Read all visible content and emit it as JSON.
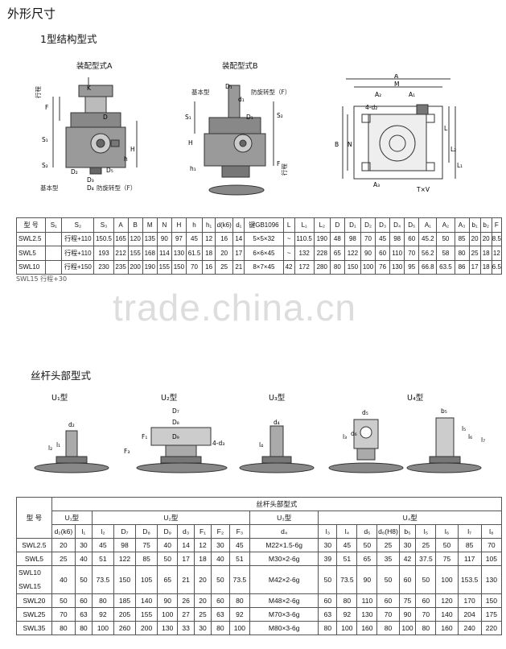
{
  "titles": {
    "main": "外形尺寸",
    "type1": "1型结构型式",
    "screw": "丝杆头部型式"
  },
  "captions": {
    "asmA": "装配型式A",
    "asmB": "装配型式B",
    "u1": "U₁型",
    "u2": "U₂型",
    "u3": "U₃型",
    "u4": "U₄型"
  },
  "labels": {
    "base": "基本型",
    "antirot": "防旋转型（F）",
    "antirotB": "防旋转型（F）",
    "stroke": "行程"
  },
  "table1": {
    "header": [
      "型 号",
      "S₁",
      "S₂",
      "S₃",
      "A",
      "B",
      "M",
      "N",
      "H",
      "h",
      "h₁",
      "d(k6)",
      "d₁",
      "键GB1096",
      "L",
      "L₁",
      "L₂",
      "D",
      "D₁",
      "D₂",
      "D₃",
      "D₄",
      "D₅",
      "A₁",
      "A₂",
      "A₃",
      "b₁",
      "b₂",
      "F"
    ],
    "rows": [
      [
        "SWL2.5",
        "",
        "行程+110",
        "150.5",
        "165",
        "120",
        "135",
        "90",
        "97",
        "45",
        "12",
        "16",
        "14",
        "5×5×32",
        "~",
        "110.5",
        "190",
        "48",
        "98",
        "70",
        "45",
        "98",
        "60",
        "45.2",
        "50",
        "85",
        "20",
        "20",
        "8.5"
      ],
      [
        "SWL5",
        "",
        "行程+110",
        "193",
        "212",
        "155",
        "168",
        "114",
        "130",
        "61.5",
        "18",
        "20",
        "17",
        "6×6×45",
        "~",
        "132",
        "228",
        "65",
        "122",
        "90",
        "60",
        "110",
        "70",
        "56.2",
        "58",
        "80",
        "25",
        "18",
        "12"
      ],
      [
        "SWL10",
        "",
        "行程+150",
        "230",
        "235",
        "200",
        "190",
        "155",
        "150",
        "70",
        "16",
        "25",
        "21",
        "8×7×45",
        "42",
        "172",
        "280",
        "80",
        "150",
        "100",
        "76",
        "130",
        "95",
        "66.8",
        "63.5",
        "86",
        "17",
        "18",
        "6.5"
      ]
    ],
    "cutoff": "SWL15  行程+30"
  },
  "watermark": "trade.china.cn",
  "table2": {
    "group": "丝杆头部型式",
    "model": "型 号",
    "groups": [
      "U₁型",
      "U₂型",
      "U₃型",
      "U₄型"
    ],
    "sub": [
      "d₂(k6)",
      "l₁",
      "l₂",
      "D₇",
      "D₈",
      "D₉",
      "d₃",
      "F₁",
      "F₂",
      "F₃",
      "d₄",
      "l₃",
      "l₄",
      "d₅",
      "d₆(H8)",
      "b₅",
      "l₅",
      "l₆",
      "l₇",
      "l₈"
    ],
    "rows": [
      [
        "SWL2.5",
        "20",
        "30",
        "45",
        "98",
        "75",
        "40",
        "14",
        "12",
        "30",
        "45",
        "M22×1.5-6g",
        "30",
        "45",
        "50",
        "25",
        "30",
        "25",
        "50",
        "85",
        "70"
      ],
      [
        "SWL5",
        "25",
        "40",
        "51",
        "122",
        "85",
        "50",
        "17",
        "18",
        "40",
        "51",
        "M30×2-6g",
        "39",
        "51",
        "65",
        "35",
        "42",
        "37.5",
        "75",
        "117",
        "105"
      ],
      [
        "SWL10",
        "40",
        "50",
        "73.5",
        "150",
        "105",
        "65",
        "21",
        "20",
        "50",
        "73.5",
        "M42×2-6g",
        "50",
        "73.5",
        "90",
        "50",
        "60",
        "50",
        "100",
        "153.5",
        "130"
      ],
      [
        "SWL15",
        "",
        "",
        "",
        "",
        "",
        "",
        "",
        "",
        "",
        "",
        "",
        "",
        "",
        "",
        "",
        "",
        "",
        "",
        "",
        ""
      ],
      [
        "SWL20",
        "50",
        "60",
        "80",
        "185",
        "140",
        "90",
        "26",
        "20",
        "60",
        "80",
        "M48×2-6g",
        "60",
        "80",
        "110",
        "60",
        "75",
        "60",
        "120",
        "170",
        "150"
      ],
      [
        "SWL25",
        "70",
        "63",
        "92",
        "205",
        "155",
        "100",
        "27",
        "25",
        "63",
        "92",
        "M70×3-6g",
        "63",
        "92",
        "130",
        "70",
        "90",
        "70",
        "140",
        "204",
        "175"
      ],
      [
        "SWL35",
        "80",
        "80",
        "100",
        "260",
        "200",
        "130",
        "33",
        "30",
        "80",
        "100",
        "M80×3-6g",
        "80",
        "100",
        "160",
        "80",
        "100",
        "80",
        "160",
        "240",
        "220"
      ]
    ]
  }
}
